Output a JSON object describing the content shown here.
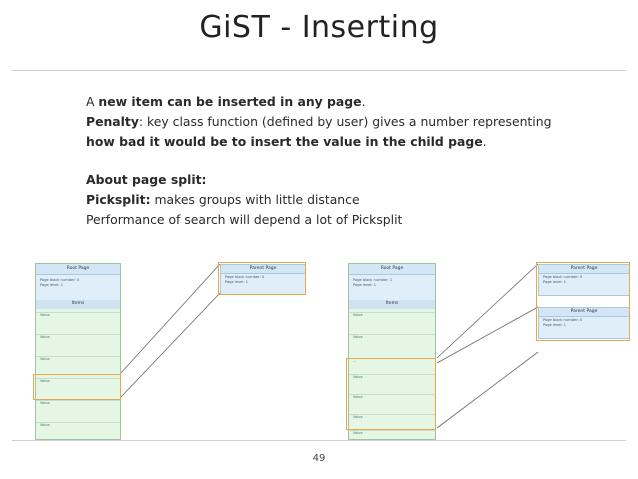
{
  "slide": {
    "title": "GiST - Inserting",
    "page_number": "49"
  },
  "text": {
    "line1": {
      "pre": "A ",
      "bold": "new item can be inserted in any page",
      "post": "."
    },
    "line2": {
      "bold": "Penalty",
      "post": ": key class function (defined by user) gives a number representing"
    },
    "line3": {
      "bold": "how bad it would be to insert the value in the child page",
      "post": "."
    },
    "line4": {
      "bold": "About page split:"
    },
    "line5": {
      "bold": "Picksplit:",
      "post": " makes groups with little distance"
    },
    "line6": "Performance of search will depend a lot of Picksplit"
  },
  "diagram": {
    "left": {
      "root_title": "Root Page",
      "root_info": [
        "Page block number: 0",
        "Page level: 1"
      ],
      "items_title": "Items",
      "row_labels": [
        "Value:",
        "Value:",
        "Value:",
        "Value:",
        "Value:",
        "Value:"
      ],
      "parent_title": "Parent Page",
      "parent_info": [
        "Page block number: 0",
        "Page level: 1"
      ]
    },
    "right": {
      "root_title": "Root Page",
      "root_info": [
        "Page block number: 1",
        "Page level: 1"
      ],
      "items_title": "Items",
      "ellipsis": "...",
      "row_labels": [
        "Value:",
        "Value:",
        "Value:",
        "Value:",
        "Value:",
        "Value:"
      ],
      "parent1_title": "Parent Page",
      "parent1_info": [
        "Page block number: 0",
        "Page level: 1"
      ],
      "parent2_title": "Parent Page",
      "parent2_info": [
        "Page block number: 0",
        "Page level: 1"
      ]
    }
  }
}
